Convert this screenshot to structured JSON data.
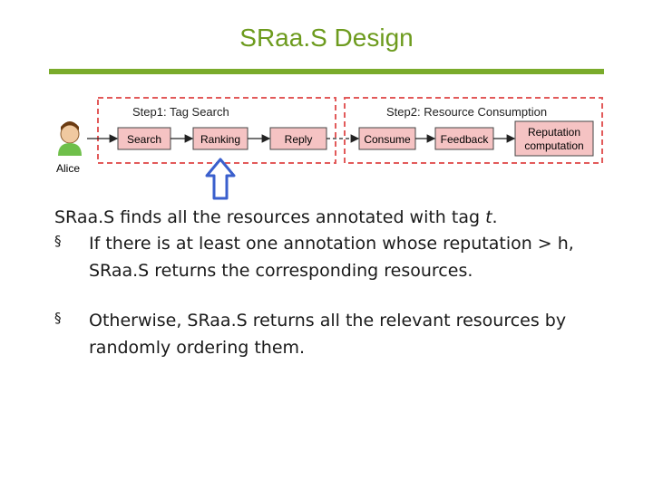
{
  "slide": {
    "title": "SRaa.S Design",
    "accent_color": "#7aab2b",
    "title_color": "#6d9b1e"
  },
  "diagram": {
    "user_label": "Alice",
    "user_icon": "person-icon",
    "step1_label": "Step1: Tag Search",
    "step2_label": "Step2: Resource Consumption",
    "boxes": {
      "search": "Search",
      "ranking": "Ranking",
      "reply": "Reply",
      "consume": "Consume",
      "feedback": "Feedback",
      "reputation_line1": "Reputation",
      "reputation_line2": "computation"
    },
    "highlight_arrow_icon": "up-arrow-icon",
    "box_color": "#f5c3c3",
    "dashed_border_color": "#e25a5a",
    "arrow_color": "#3a5fcd"
  },
  "content": {
    "lead_prefix": "SRaa.S finds all the resources annotated with tag ",
    "lead_tag": "t",
    "lead_suffix": ".",
    "bullet_mark": "§",
    "bullet1": "If there is at least one annotation whose reputation > h, SRaa.S returns the corresponding resources.",
    "bullet2": "Otherwise, SRaa.S returns all the relevant resources by randomly ordering them."
  }
}
